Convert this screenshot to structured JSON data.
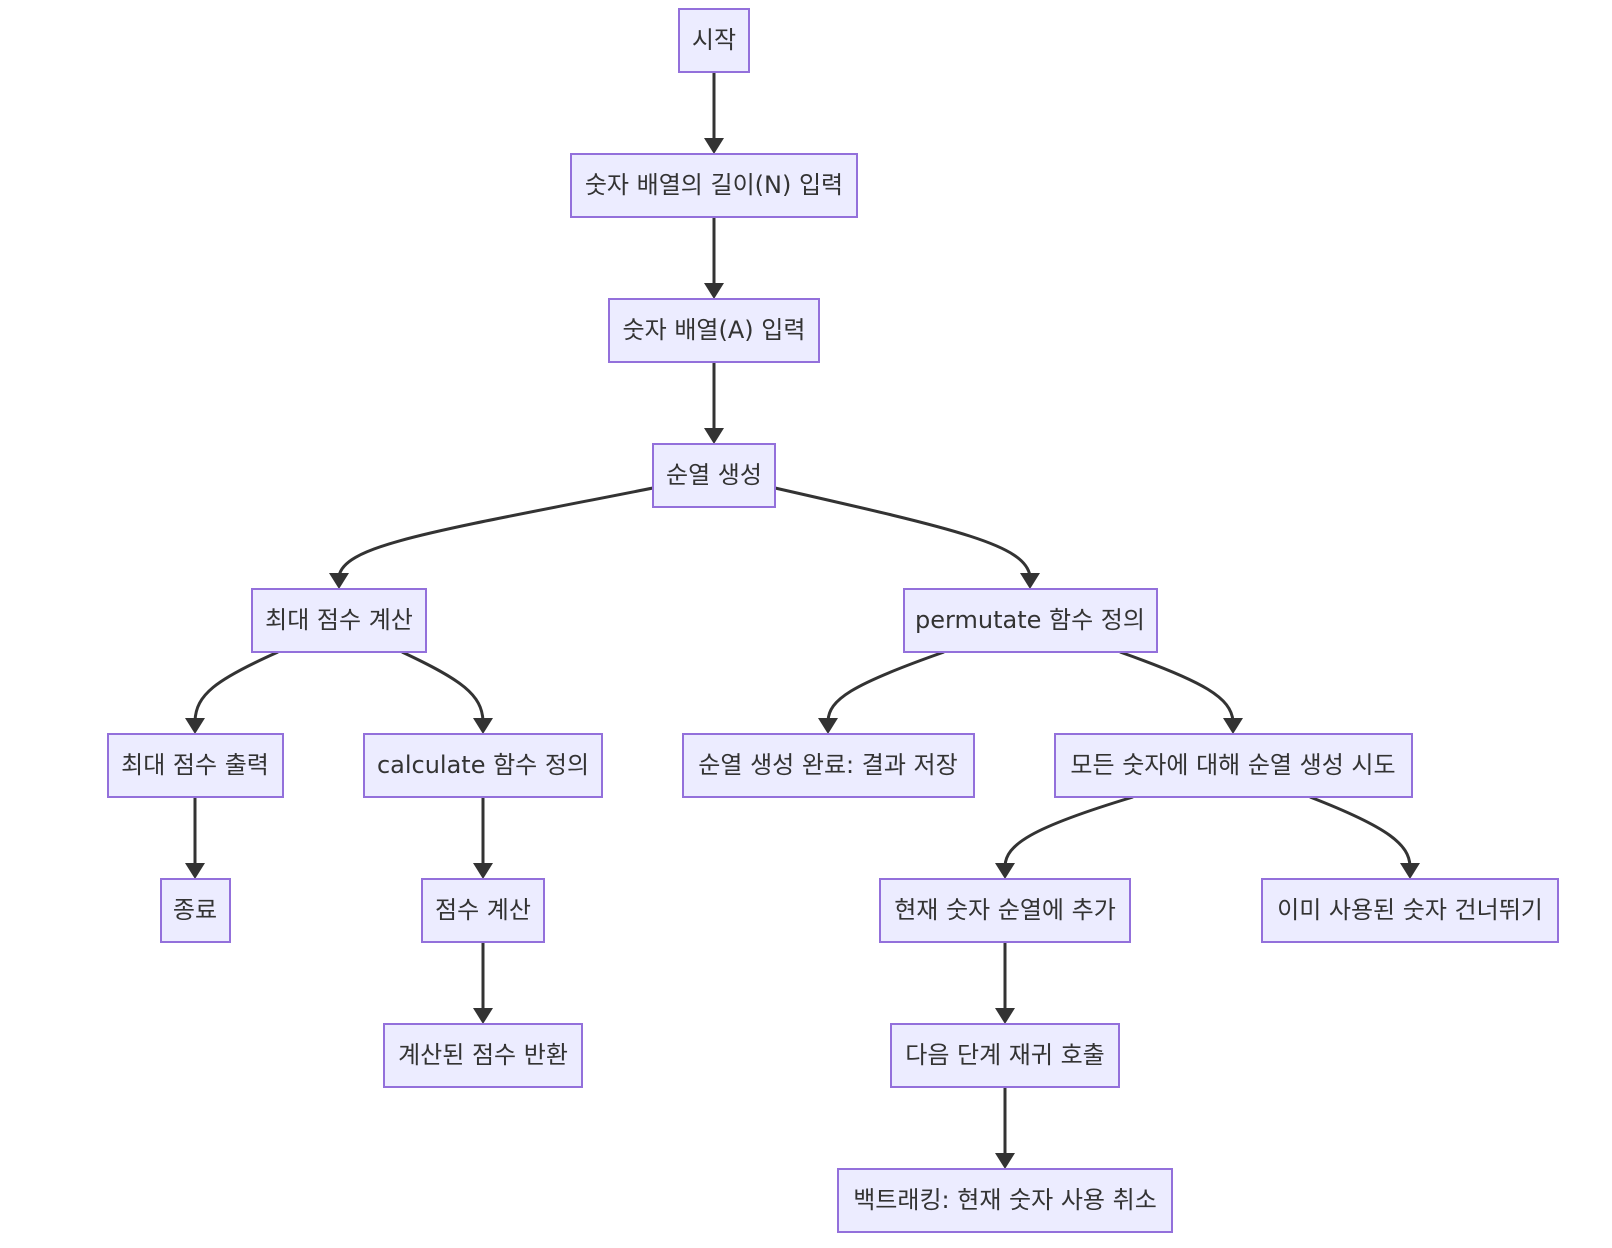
{
  "colors": {
    "node_fill": "#ECECFF",
    "node_stroke": "#9370DB",
    "edge": "#333333",
    "text": "#333333"
  },
  "nodes": {
    "start": "시작",
    "input_n": "숫자 배열의 길이(N) 입력",
    "input_a": "숫자 배열(A) 입력",
    "gen_perm": "순열 생성",
    "calc_max": "최대 점수 계산",
    "def_permutate": "permutate 함수 정의",
    "print_max": "최대 점수 출력",
    "def_calculate": "calculate 함수 정의",
    "perm_done": "순열 생성 완료: 결과 저장",
    "try_all": "모든 숫자에 대해 순열 생성 시도",
    "end": "종료",
    "calc_score": "점수 계산",
    "add_current": "현재 숫자 순열에 추가",
    "skip_used": "이미 사용된 숫자 건너뛰기",
    "return_score": "계산된 점수 반환",
    "recurse": "다음 단계 재귀 호출",
    "backtrack": "백트래킹: 현재 숫자 사용 취소"
  },
  "edges": [
    [
      "start",
      "input_n"
    ],
    [
      "input_n",
      "input_a"
    ],
    [
      "input_a",
      "gen_perm"
    ],
    [
      "gen_perm",
      "calc_max"
    ],
    [
      "gen_perm",
      "def_permutate"
    ],
    [
      "calc_max",
      "print_max"
    ],
    [
      "calc_max",
      "def_calculate"
    ],
    [
      "def_permutate",
      "perm_done"
    ],
    [
      "def_permutate",
      "try_all"
    ],
    [
      "print_max",
      "end"
    ],
    [
      "def_calculate",
      "calc_score"
    ],
    [
      "calc_score",
      "return_score"
    ],
    [
      "try_all",
      "add_current"
    ],
    [
      "try_all",
      "skip_used"
    ],
    [
      "add_current",
      "recurse"
    ],
    [
      "recurse",
      "backtrack"
    ]
  ]
}
